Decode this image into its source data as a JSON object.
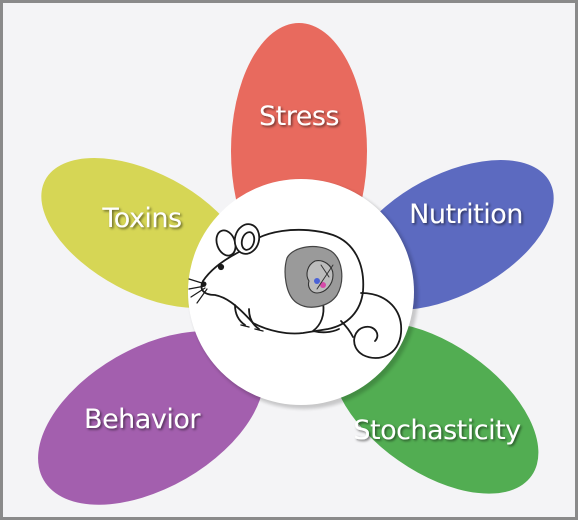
{
  "petals": [
    {
      "id": "stress",
      "label": "Stress",
      "color": "#e86a5e"
    },
    {
      "id": "nutrition",
      "label": "Nutrition",
      "color": "#5c6ac0"
    },
    {
      "id": "stochasticity",
      "label": "Stochasticity",
      "color": "#52ad52"
    },
    {
      "id": "behavior",
      "label": "Behavior",
      "color": "#a35fae"
    },
    {
      "id": "toxins",
      "label": "Toxins",
      "color": "#d6d655"
    }
  ],
  "center": {
    "icon": "pregnant-mouse-icon",
    "background": "#ffffff"
  },
  "colors": {
    "background": "#f4f4f6",
    "border": "#8a8a8a"
  }
}
